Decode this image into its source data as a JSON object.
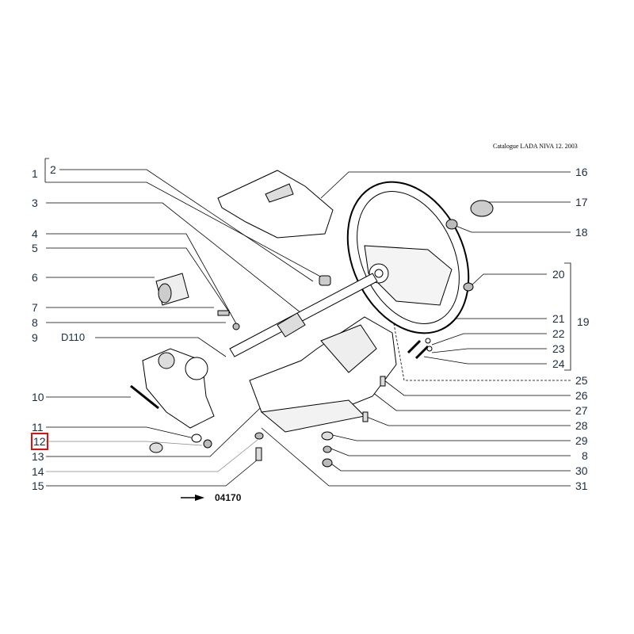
{
  "header": {
    "catalogue": "Catalogue LADA NIVA 12. 2003"
  },
  "diagram_code": "04170",
  "selected_label": "12",
  "colors": {
    "label": "#1c2d40",
    "highlight": "#e01010",
    "line": "#000000"
  },
  "left_labels": [
    "1",
    "2",
    "3",
    "4",
    "5",
    "6",
    "7",
    "8",
    "9",
    "D110",
    "10",
    "11",
    "12",
    "13",
    "14",
    "15"
  ],
  "right_labels": [
    "16",
    "17",
    "18",
    "20",
    "19",
    "21",
    "22",
    "23",
    "24",
    "25",
    "26",
    "27",
    "28",
    "29",
    "8",
    "30",
    "31"
  ]
}
